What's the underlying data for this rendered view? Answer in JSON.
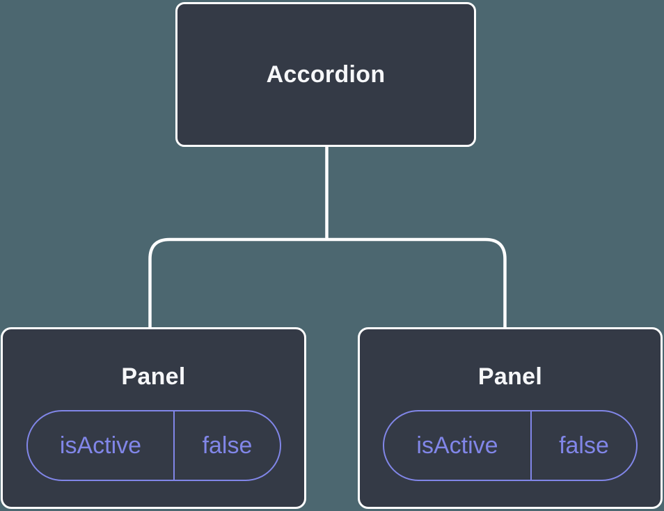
{
  "colors": {
    "background": "#4C6770",
    "node_fill": "#343A46",
    "node_border": "#FFFFFF",
    "node_text": "#F6F7F9",
    "state_accent": "#8186E8",
    "connector": "#FFFFFF"
  },
  "tree": {
    "root": {
      "label": "Accordion"
    },
    "children": [
      {
        "label": "Panel",
        "state": {
          "key": "isActive",
          "value": "false"
        }
      },
      {
        "label": "Panel",
        "state": {
          "key": "isActive",
          "value": "false"
        }
      }
    ]
  }
}
